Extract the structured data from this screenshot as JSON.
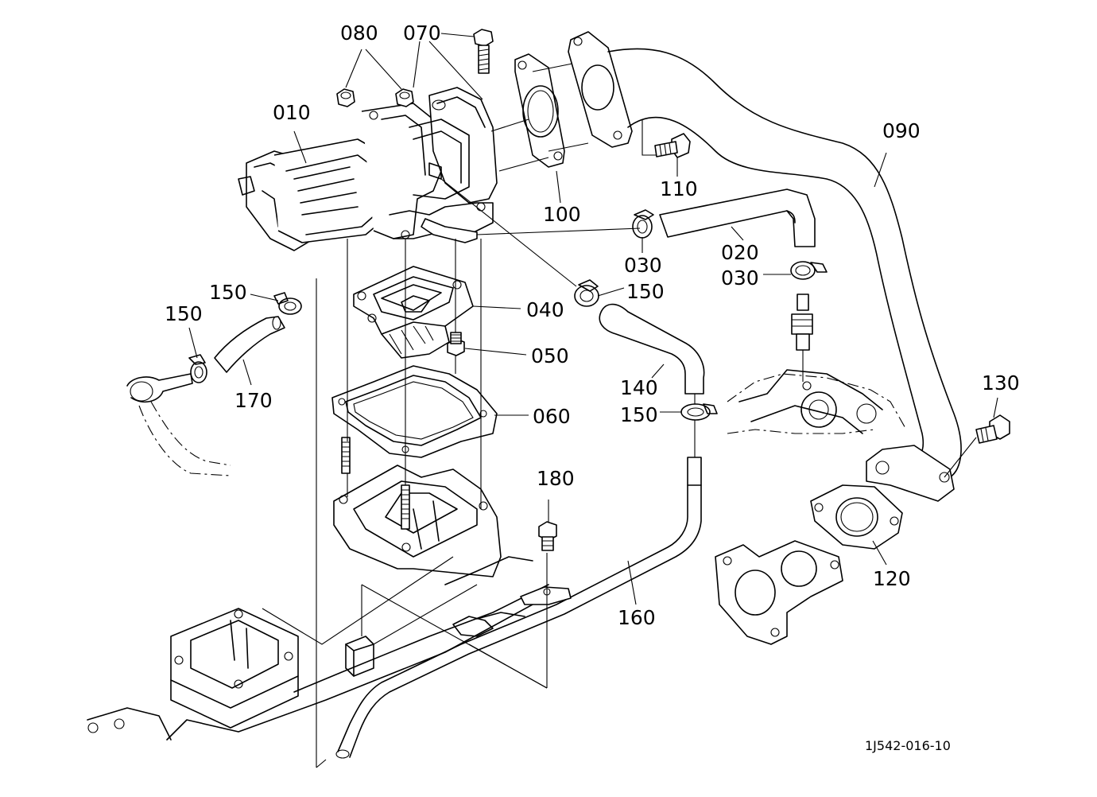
{
  "diagram": {
    "reference": "1J542-016-10",
    "parts": [
      {
        "id": "p010",
        "label": "010"
      },
      {
        "id": "p020",
        "label": "020"
      },
      {
        "id": "p030a",
        "label": "030"
      },
      {
        "id": "p030b",
        "label": "030"
      },
      {
        "id": "p040",
        "label": "040"
      },
      {
        "id": "p050",
        "label": "050"
      },
      {
        "id": "p060",
        "label": "060"
      },
      {
        "id": "p070",
        "label": "070"
      },
      {
        "id": "p080",
        "label": "080"
      },
      {
        "id": "p090",
        "label": "090"
      },
      {
        "id": "p100",
        "label": "100"
      },
      {
        "id": "p110",
        "label": "110"
      },
      {
        "id": "p120",
        "label": "120"
      },
      {
        "id": "p130",
        "label": "130"
      },
      {
        "id": "p140",
        "label": "140"
      },
      {
        "id": "p150a",
        "label": "150"
      },
      {
        "id": "p150b",
        "label": "150"
      },
      {
        "id": "p150c",
        "label": "150"
      },
      {
        "id": "p150d",
        "label": "150"
      },
      {
        "id": "p160",
        "label": "160"
      },
      {
        "id": "p170",
        "label": "170"
      },
      {
        "id": "p180",
        "label": "180"
      }
    ]
  }
}
